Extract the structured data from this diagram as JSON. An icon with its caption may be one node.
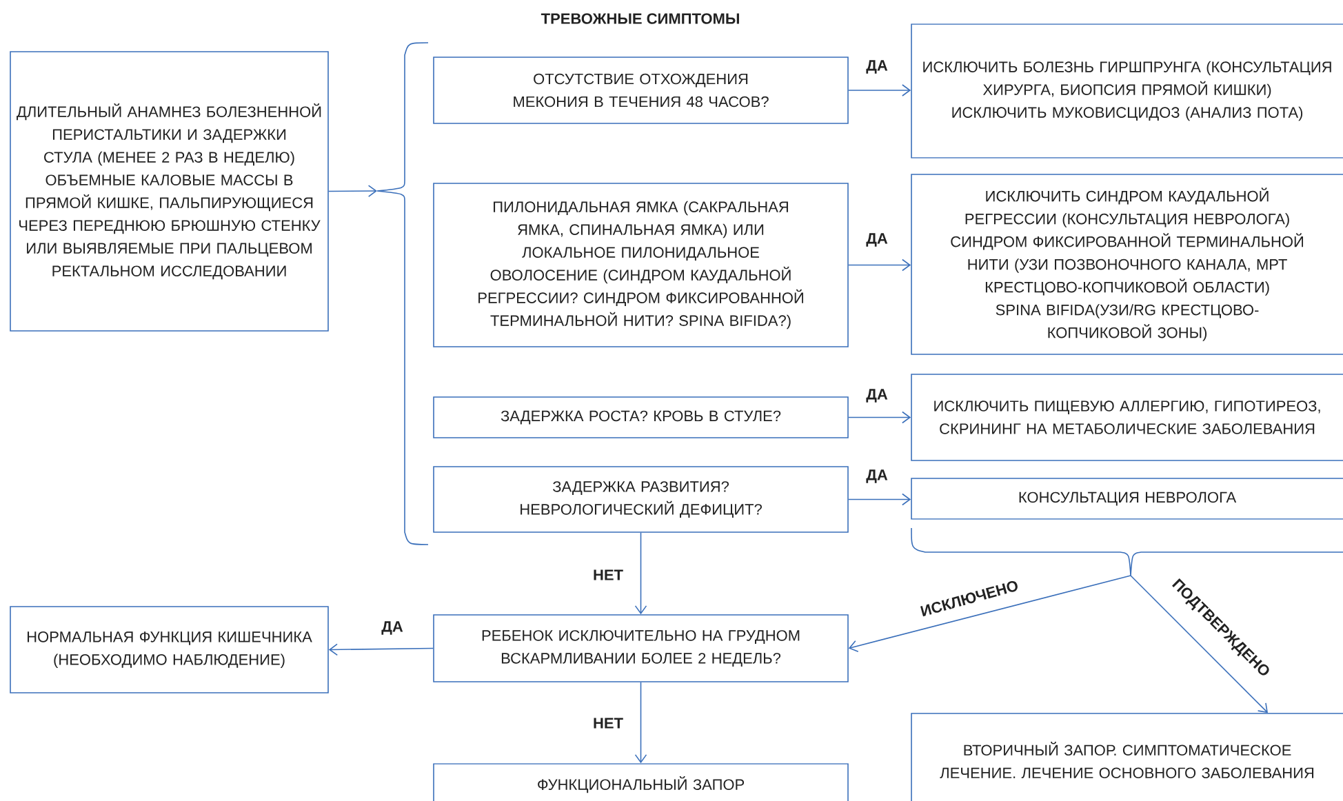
{
  "diagram": {
    "title": "ТРЕВОЖНЫЕ СИМПТОМЫ",
    "nodes": [
      {
        "text": [
          "ДЛИТЕЛЬНЫЙ АНАМНЕЗ БОЛЕЗНЕННОЙ ПЕРИСТАЛЬТИКИ И ЗАДЕРЖКИ СТУЛА (МЕНЕЕ 2 РАЗ В НЕДЕЛЮ)",
          "ОБЪЕМНЫЕ КАЛОВЫЕ МАССЫ В ПРЯМОЙ КИШКЕ, ПАЛЬПИРУЮЩИЕСЯ ЧЕРЕЗ ПЕРЕДНЮЮ БРЮШНУЮ СТЕНКУ ИЛИ ВЫЯВЛЯЕМЫЕ ПРИ ПАЛЬЦЕВОМ РЕКТАЛЬНОМ ИССЛЕДОВАНИИ"
        ]
      },
      {
        "text": [
          "ОТСУТСТВИЕ ОТХОЖДЕНИЯ МЕКОНИЯ В ТЕЧЕНИЯ 48 ЧАСОВ?"
        ]
      },
      {
        "text": [
          "ИСКЛЮЧИТЬ БОЛЕЗНЬ ГИРШПРУНГА (КОНСУЛЬТАЦИЯ ХИРУРГА, БИОПСИЯ ПРЯМОЙ КИШКИ)",
          "ИСКЛЮЧИТЬ МУКОВИСЦИДОЗ (АНАЛИЗ ПОТА)"
        ]
      },
      {
        "text": [
          "ПИЛОНИДАЛЬНАЯ ЯМКА (САКРАЛЬНАЯ ЯМКА, СПИНАЛЬНАЯ ЯМКА) ИЛИ ЛОКАЛЬНОЕ ПИЛОНИДАЛЬНОЕ ОВОЛОСЕНИЕ (СИНДРОМ КАУДАЛЬНОЙ РЕГРЕССИИ? СИНДРОМ ФИКСИРОВАННОЙ ТЕРМИНАЛЬНОЙ НИТИ? SPINA BIFIDA?)"
        ]
      },
      {
        "text": [
          "ИСКЛЮЧИТЬ СИНДРОМ КАУДАЛЬНОЙ РЕГРЕССИИ (КОНСУЛЬТАЦИЯ НЕВРОЛОГА)",
          "СИНДРОМ ФИКСИРОВАННОЙ ТЕРМИНАЛЬНОЙ НИТИ (УЗИ ПОЗВОНОЧНОГО КАНАЛА, МРТ КРЕСТЦОВО-КОПЧИКОВОЙ ОБЛАСТИ)",
          "SPINA BIFIDA(УЗИ/RG КРЕСТЦОВО-КОПЧИКОВОЙ ЗОНЫ)"
        ]
      },
      {
        "text": [
          "ЗАДЕРЖКА РОСТА? КРОВЬ В СТУЛЕ?"
        ]
      },
      {
        "text": [
          "ИСКЛЮЧИТЬ ПИЩЕВУЮ АЛЛЕРГИЮ, ГИПОТИРЕОЗ, СКРИНИНГ НА МЕТАБОЛИЧЕСКИЕ ЗАБОЛЕВАНИЯ"
        ]
      },
      {
        "text": [
          "ЗАДЕРЖКА РАЗВИТИЯ? НЕВРОЛОГИЧЕСКИЙ ДЕФИЦИТ?"
        ]
      },
      {
        "text": [
          "КОНСУЛЬТАЦИЯ НЕВРОЛОГА"
        ]
      },
      {
        "text": [
          "НОРМАЛЬНАЯ ФУНКЦИЯ КИШЕЧНИКА (НЕОБХОДИМО НАБЛЮДЕНИЕ)"
        ]
      },
      {
        "text": [
          "РЕБЕНОК ИСКЛЮЧИТЕЛЬНО НА ГРУДНОМ ВСКАРМЛИВАНИИ БОЛЕЕ 2 НЕДЕЛЬ?"
        ]
      },
      {
        "text": [
          "ФУНКЦИОНАЛЬНЫЙ ЗАПОР"
        ]
      },
      {
        "text": [
          "ВТОРИЧНЫЙ ЗАПОР. СИМПТОМАТИЧЕСКОЕ ЛЕЧЕНИЕ. ЛЕЧЕНИЕ ОСНОВНОГО ЗАБОЛЕВАНИЯ"
        ]
      },
      {
        "text": [],
        "shape": "brace"
      },
      {
        "text": [],
        "shape": "brace"
      }
    ],
    "edges": [
      {
        "from": 0,
        "to": 13,
        "arrow": "to"
      },
      {
        "from": 1,
        "to": 2,
        "arrow": "to",
        "label": "ДА"
      },
      {
        "from": 3,
        "to": 4,
        "arrow": "to",
        "label": "ДА"
      },
      {
        "from": 5,
        "to": 6,
        "arrow": "to",
        "label": "ДА"
      },
      {
        "from": 7,
        "to": 8,
        "arrow": "to",
        "label": "ДА"
      },
      {
        "from": 7,
        "to": 10,
        "arrow": "to",
        "label": "НЕТ"
      },
      {
        "from": 10,
        "to": 9,
        "arrow": "to",
        "label": "ДА"
      },
      {
        "from": 10,
        "to": 11,
        "arrow": "to",
        "label": "НЕТ"
      },
      {
        "from": 14,
        "to": 10,
        "arrow": "to",
        "label": "ИСКЛЮЧЕНО"
      },
      {
        "from": 14,
        "to": 12,
        "arrow": "to",
        "label": "ПОДТВЕРЖДЕНО"
      }
    ]
  }
}
